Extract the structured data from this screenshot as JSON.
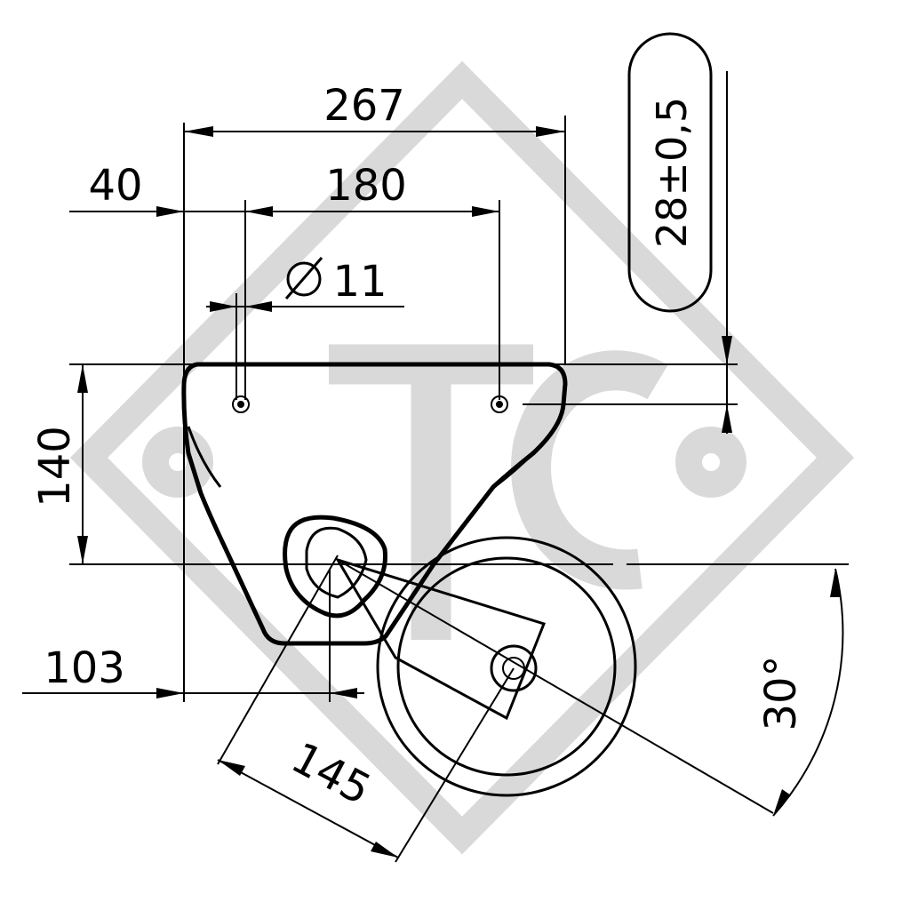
{
  "dimensions": {
    "overall_width": "267",
    "offset_left": "40",
    "hole_spacing": "180",
    "hole_diameter": "11",
    "height": "140",
    "axle_offset": "103",
    "wheel_arm_length": "145",
    "swing_angle": "30°",
    "thickness_tolerance": "28±0,5"
  },
  "symbols": {
    "diameter_icon": "diameter-symbol"
  },
  "watermark": {
    "text": "TC"
  },
  "colors": {
    "line": "#000000",
    "watermark": "#d9d9d9",
    "background": "#ffffff"
  }
}
